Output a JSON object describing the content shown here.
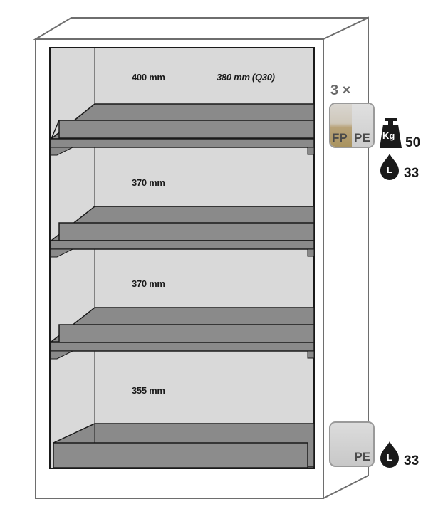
{
  "diagram": {
    "subject": "safety storage cabinet with shelves and spill trays",
    "compartments": [
      {
        "height_label": "400 mm",
        "alt_label": "380 mm (Q30)"
      },
      {
        "height_label": "370 mm"
      },
      {
        "height_label": "370 mm"
      },
      {
        "height_label": "355 mm"
      }
    ],
    "shelf_equipment": {
      "multiplier": "3 ×",
      "material_badge": {
        "left": "FP",
        "right": "PE"
      },
      "load_icon_label": "Kg",
      "load_value": "50",
      "volume_icon_label": "L",
      "volume_value": "33"
    },
    "bottom_equipment": {
      "material_badge": "PE",
      "volume_icon_label": "L",
      "volume_value": "33"
    },
    "colors": {
      "cabinet_outline": "#6e6e6e",
      "interior": "#d9d9d9",
      "tray": "#8a8a8a",
      "tray_dark": "#7a7a7a",
      "badge_fp": "#b09a68",
      "badge_pe": "#d4d4d4",
      "icon": "#1a1a1a"
    }
  }
}
